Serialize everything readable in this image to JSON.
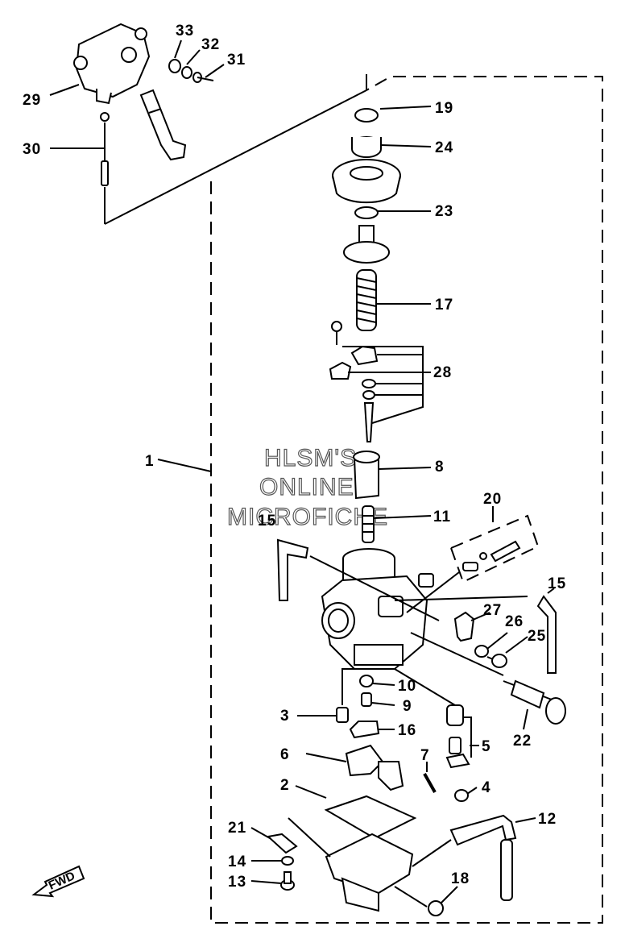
{
  "watermark": {
    "line1": "HLSM'S",
    "line2": "ONLINE",
    "line3": "MICROFICHE"
  },
  "fwd_label": "FWD",
  "labels": {
    "p1": "1",
    "p2": "2",
    "p3": "3",
    "p4": "4",
    "p5": "5",
    "p6": "6",
    "p7": "7",
    "p8": "8",
    "p9": "9",
    "p10": "10",
    "p11": "11",
    "p12": "12",
    "p13": "13",
    "p14": "14",
    "p15a": "15",
    "p15b": "15",
    "p16": "16",
    "p17": "17",
    "p18": "18",
    "p19": "19",
    "p20": "20",
    "p21": "21",
    "p22": "22",
    "p23": "23",
    "p24": "24",
    "p25": "25",
    "p26": "26",
    "p27": "27",
    "p28": "28",
    "p29": "29",
    "p30": "30",
    "p31": "31",
    "p32": "32",
    "p33": "33"
  }
}
